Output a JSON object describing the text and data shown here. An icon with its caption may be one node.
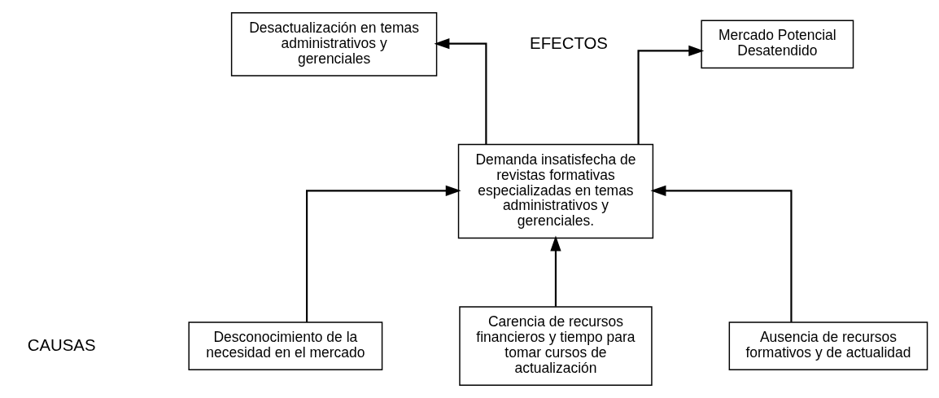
{
  "diagram": {
    "nodes": [
      {
        "text": [
          "Mercado Potencial Desatendido"
        ]
      },
      {
        "text": [
          "Desactualización en temas administrativos y gerenciales"
        ]
      },
      {
        "text": [
          "Demanda insatisfecha de revistas formativas especializadas en temas administrativos y gerenciales."
        ]
      },
      {
        "text": [
          "Desconocimiento de la necesidad en el mercado"
        ]
      },
      {
        "text": [
          "Carencia de recursos financieros y tiempo para tomar cursos de actualización"
        ]
      },
      {
        "text": [
          "Ausencia de recursos formativos y de actualidad"
        ]
      }
    ],
    "edges": [
      {
        "from": 2,
        "to": 0,
        "arrow": "to"
      },
      {
        "from": 2,
        "to": 1,
        "arrow": "to"
      },
      {
        "from": 3,
        "to": 2,
        "arrow": "to"
      },
      {
        "from": 4,
        "to": 2,
        "arrow": "to"
      },
      {
        "from": 5,
        "to": 2,
        "arrow": "to"
      }
    ],
    "labels": [
      "EFECTOS",
      "CAUSAS"
    ]
  }
}
